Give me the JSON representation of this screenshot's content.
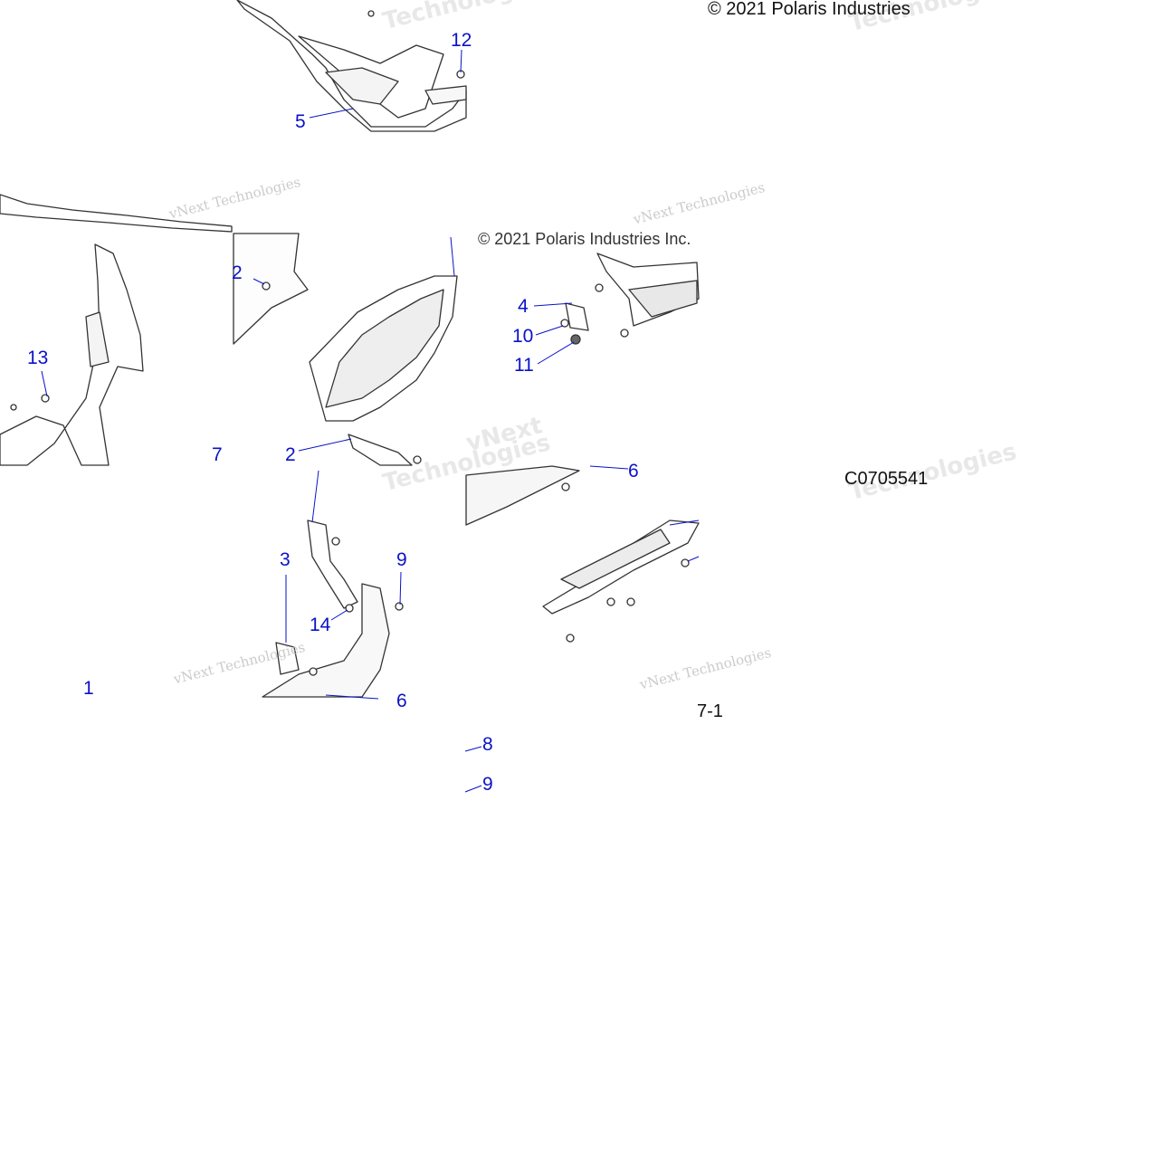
{
  "copyright_top": "© 2021 Polaris Industries",
  "copyright_mid": "© 2021 Polaris Industries Inc.",
  "diagram_code": "C0705541",
  "page_ref": "7-1",
  "watermark": {
    "line1": "vNext Technologies",
    "line2": "vNext",
    "line3": "Technologies"
  },
  "callouts": [
    {
      "id": "c1",
      "label": "1"
    },
    {
      "id": "c2a",
      "label": "2"
    },
    {
      "id": "c2b",
      "label": "2"
    },
    {
      "id": "c3",
      "label": "3"
    },
    {
      "id": "c4",
      "label": "4"
    },
    {
      "id": "c5",
      "label": "5"
    },
    {
      "id": "c6a",
      "label": "6"
    },
    {
      "id": "c6b",
      "label": "6"
    },
    {
      "id": "c7",
      "label": "7"
    },
    {
      "id": "c8",
      "label": "8"
    },
    {
      "id": "c9a",
      "label": "9"
    },
    {
      "id": "c9b",
      "label": "9"
    },
    {
      "id": "c10",
      "label": "10"
    },
    {
      "id": "c11",
      "label": "11"
    },
    {
      "id": "c12",
      "label": "12"
    },
    {
      "id": "c13",
      "label": "13"
    },
    {
      "id": "c14",
      "label": "14"
    }
  ],
  "colors": {
    "callout": "#0a12c8",
    "line_art": "#333333",
    "watermark": "#c9c9c9"
  }
}
